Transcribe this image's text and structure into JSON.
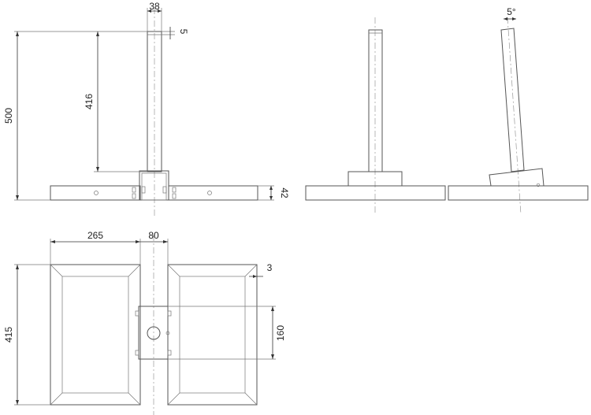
{
  "dimensions": {
    "tube_width": "38",
    "cap_offset": "5",
    "total_height": "500",
    "tube_height": "416",
    "base_height": "42",
    "base_length": "265",
    "tube_gap": "80",
    "frame_thickness": "3",
    "depth": "415",
    "bracket_length": "160",
    "tilt_angle": "5°"
  }
}
